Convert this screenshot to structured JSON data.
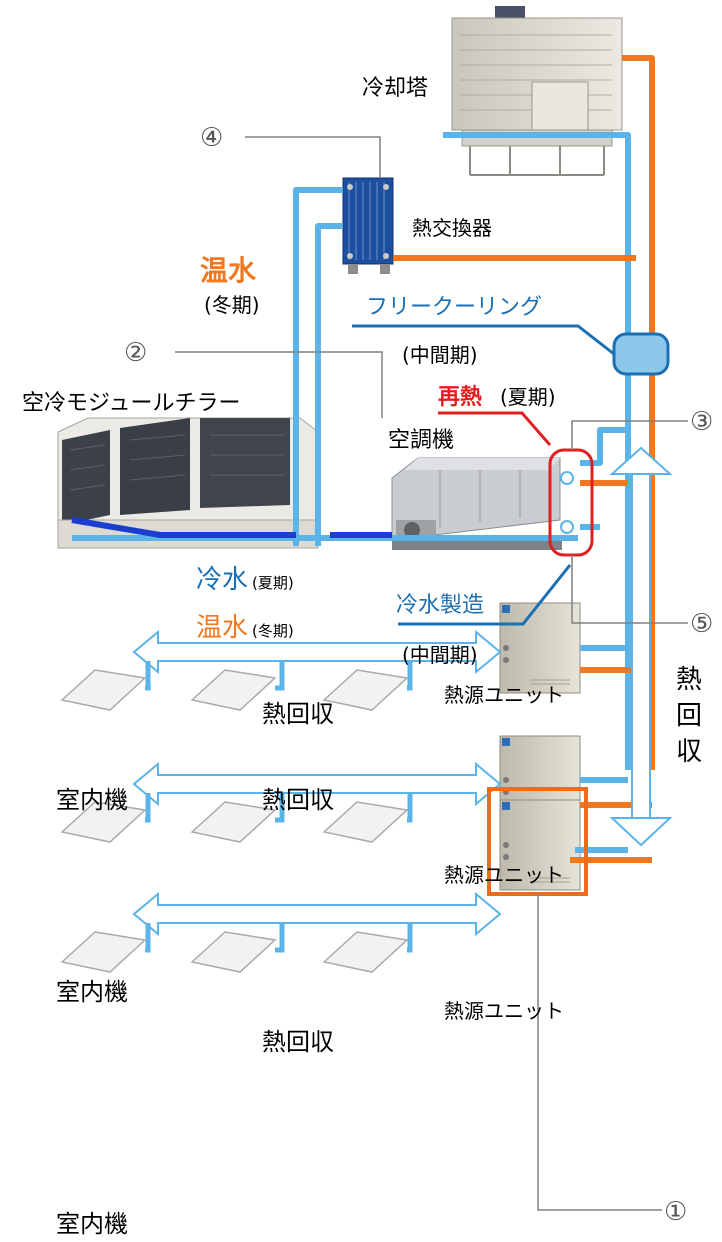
{
  "labels": {
    "cooling_tower": "冷却塔",
    "heat_exchanger": "熱交換器",
    "hot_water": "温水",
    "winter_paren": "(冬期)",
    "free_cooling": "フリークーリング",
    "mid_season_paren": "(中間期)",
    "reheat": "再熱",
    "summer_paren": "(夏期)",
    "air_cooled_chiller": "空冷モジュールチラー",
    "ahu": "空調機",
    "chilled_water": "冷水",
    "summer_small": "(夏期)",
    "winter_small": "(冬期)",
    "chilled_water_production": "冷水製造",
    "heat_source_unit": "熱源ユニット",
    "heat_recovery": "熱回収",
    "indoor_unit": "室内機",
    "heat_recovery_vertical": [
      "熱",
      "回",
      "収"
    ]
  },
  "markers": [
    "①",
    "②",
    "③",
    "④",
    "⑤"
  ],
  "colors": {
    "light_blue": "#5ab4e8",
    "orange": "#f07820",
    "dark_blue": "#1a3fd0",
    "steel_blue": "#1b6fb3",
    "red": "#e02020",
    "frame_orange": "#ee6a1c",
    "callout_gray": "#808080"
  }
}
